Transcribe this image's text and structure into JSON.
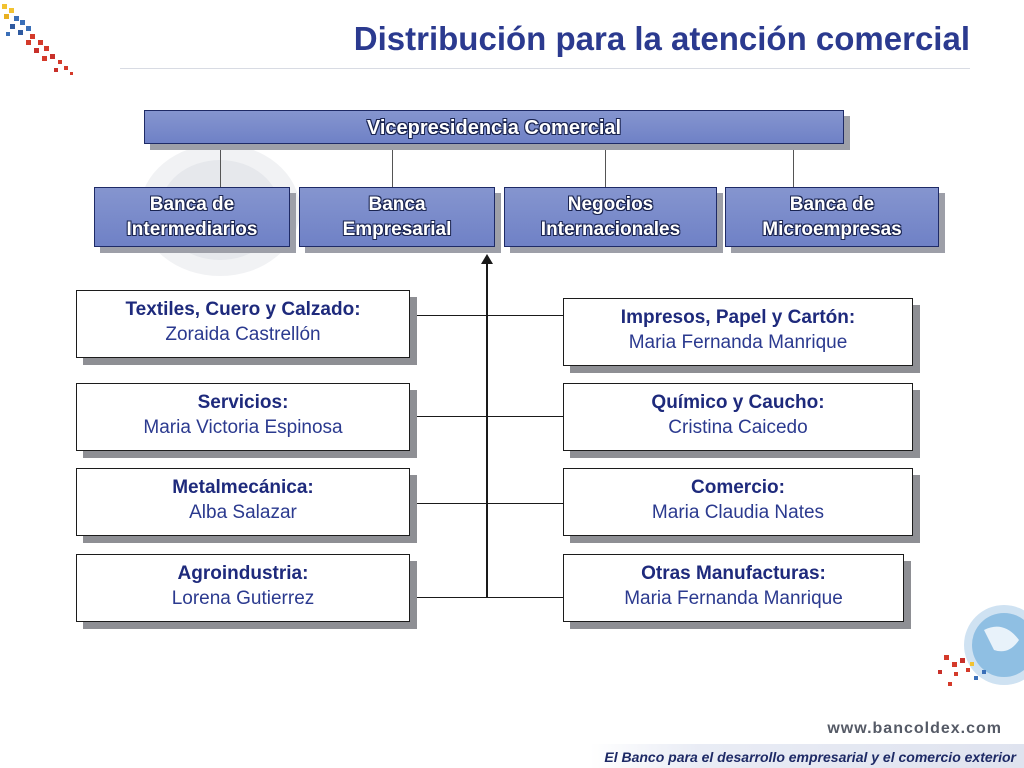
{
  "title": "Distribución para la atención comercial",
  "top_box": "Vicepresidencia Comercial",
  "divisions": [
    {
      "line1": "Banca de",
      "line2": "Intermediarios"
    },
    {
      "line1": "Banca",
      "line2": "Empresarial"
    },
    {
      "line1": "Negocios",
      "line2": "Internacionales"
    },
    {
      "line1": "Banca de",
      "line2": "Microempresas"
    }
  ],
  "left_sectors": [
    {
      "sector": "Textiles, Cuero y Calzado:",
      "person": "Zoraida Castrellón"
    },
    {
      "sector": "Servicios:",
      "person": "Maria Victoria Espinosa"
    },
    {
      "sector": "Metalmecánica:",
      "person": "Alba Salazar"
    },
    {
      "sector": "Agroindustria:",
      "person": "Lorena Gutierrez"
    }
  ],
  "right_sectors": [
    {
      "sector": "Impresos, Papel y Cartón:",
      "person": "Maria Fernanda Manrique"
    },
    {
      "sector": "Químico y Caucho:",
      "person": "Cristina Caicedo"
    },
    {
      "sector": "Comercio:",
      "person": "Maria Claudia Nates"
    },
    {
      "sector": "Otras Manufacturas:",
      "person": "Maria Fernanda Manrique"
    }
  ],
  "footer": {
    "url": "www.bancoldex.com",
    "tagline": "El Banco para el desarrollo empresarial y el comercio exterior"
  },
  "colors": {
    "title": "#2b3a8f",
    "box_fill": "#7587c9",
    "sector_text": "#1e2a7c"
  }
}
